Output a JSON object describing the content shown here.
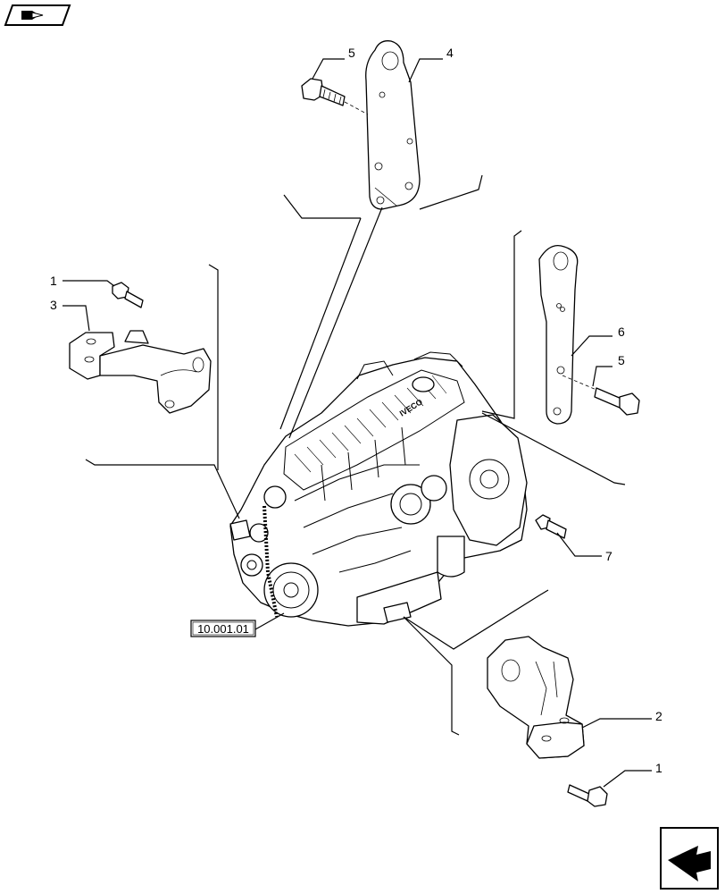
{
  "reference_box": {
    "label": "10.001.01"
  },
  "callouts": {
    "c1_top": "1",
    "c3": "3",
    "c5_top": "5",
    "c4": "4",
    "c6": "6",
    "c5_right": "5",
    "c7": "7",
    "c2": "2",
    "c1_bottom": "1"
  },
  "engine_brand": "IVECO",
  "icons": {
    "top_left": "book-navigation-icon",
    "bottom_right": "next-page-arrow-icon"
  }
}
